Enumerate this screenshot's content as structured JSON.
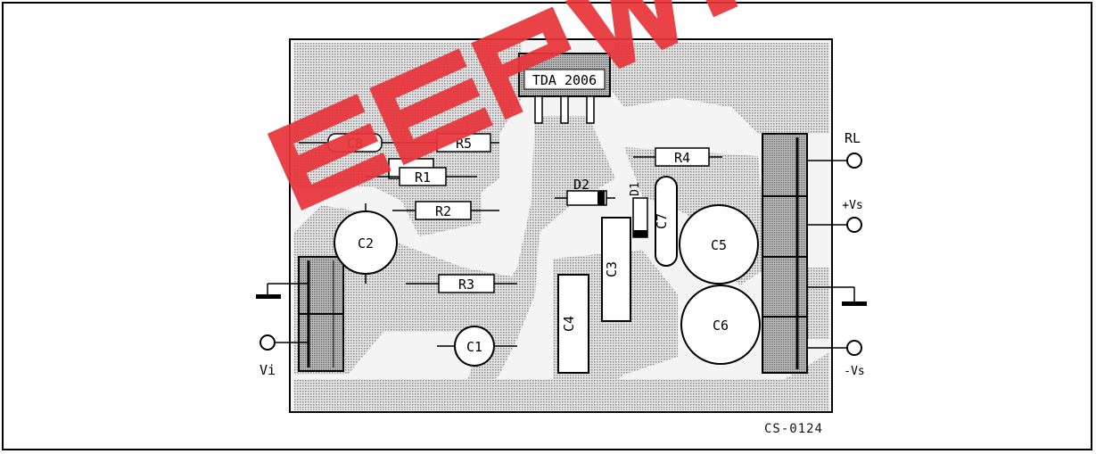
{
  "diagram": {
    "ic_label": "TDA 2006",
    "code_label": "CS-0124",
    "bottom_text": "",
    "components": {
      "c8": "C8",
      "r5": "R5",
      "r1": "R1",
      "r2": "R2",
      "r3": "R3",
      "r4": "R4",
      "d2": "D2",
      "d1": "D1",
      "c2": "C2",
      "c1": "C1",
      "c3": "C3",
      "c4": "C4",
      "c5": "C5",
      "c6": "C6",
      "c7": "C7"
    },
    "terminals": {
      "rl": "RL",
      "plus_vs": "+Vs",
      "minus_vs": "-Vs",
      "vi": "Vi"
    },
    "watermark": "EEPW",
    "colors": {
      "watermark": "#e8353b",
      "board_fill": "#c9c9c9",
      "trace": "#a8a8a8"
    }
  }
}
